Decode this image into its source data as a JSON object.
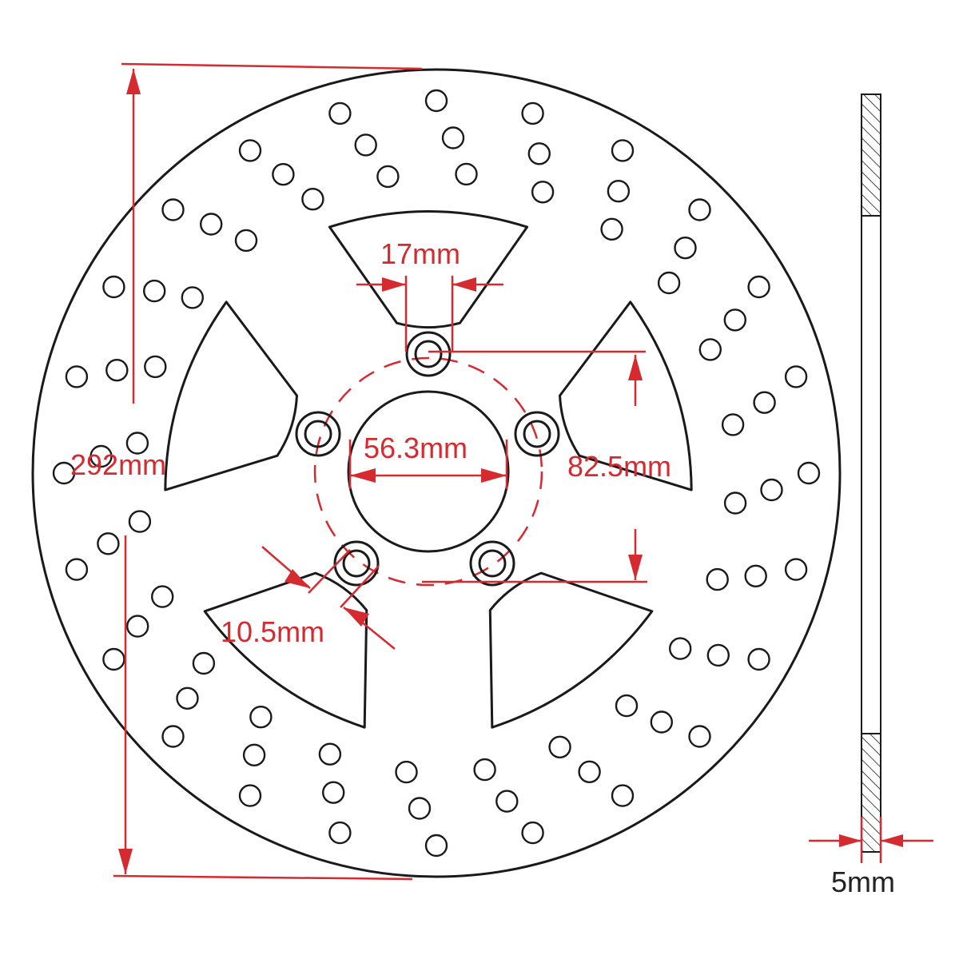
{
  "colors": {
    "outline": "#1a1a1a",
    "dimension": "#d42a30",
    "label_black": "#222222",
    "background": "#ffffff"
  },
  "dimensions": {
    "outer_diameter": "292mm",
    "center_bore": "56.3mm",
    "bolt_circle": "82.5mm",
    "bolt_hole": "10.5mm",
    "slot_width": "17mm",
    "thickness": "5mm"
  }
}
